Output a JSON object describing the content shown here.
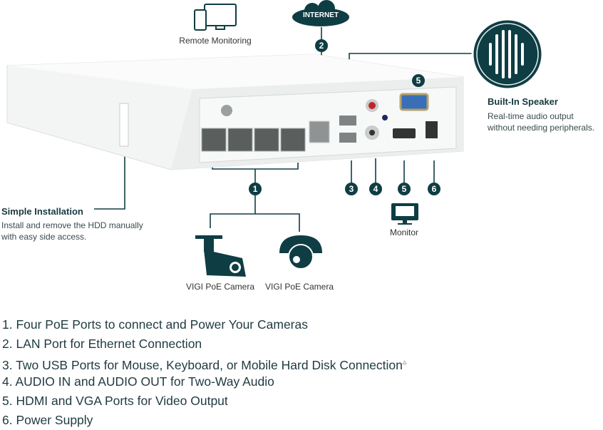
{
  "colors": {
    "accent": "#0f3d44",
    "text": "#1f3a40"
  },
  "top": {
    "remote_monitoring": "Remote Monitoring",
    "internet": "INTERNET"
  },
  "speaker": {
    "title": "Built-In Speaker",
    "description_lines": [
      "Real-time audio output",
      "without needing peripherals."
    ],
    "icon": "speaker-grille-icon"
  },
  "installation": {
    "title": "Simple Installation",
    "description_lines": [
      "Install and remove the HDD manually",
      "with easy side access."
    ]
  },
  "cameras": [
    {
      "label": "VIGI PoE Camera",
      "icon": "bullet-camera-icon"
    },
    {
      "label": "VIGI PoE Camera",
      "icon": "dome-camera-icon"
    }
  ],
  "monitor": {
    "label": "Monitor",
    "icon": "monitor-icon"
  },
  "badges": [
    "1",
    "2",
    "3",
    "4",
    "5",
    "6"
  ],
  "features": [
    "1. Four PoE Ports to connect and Power Your Cameras",
    "2. LAN Port for Ethernet Connection",
    "3. Two USB Ports for Mouse, Keyboard, or Mobile Hard Disk Connection",
    "4. AUDIO IN and AUDIO OUT for Two-Way Audio",
    "5. HDMI and VGA Ports for Video Output",
    "6. Power Supply"
  ],
  "feature3_mark": "△"
}
